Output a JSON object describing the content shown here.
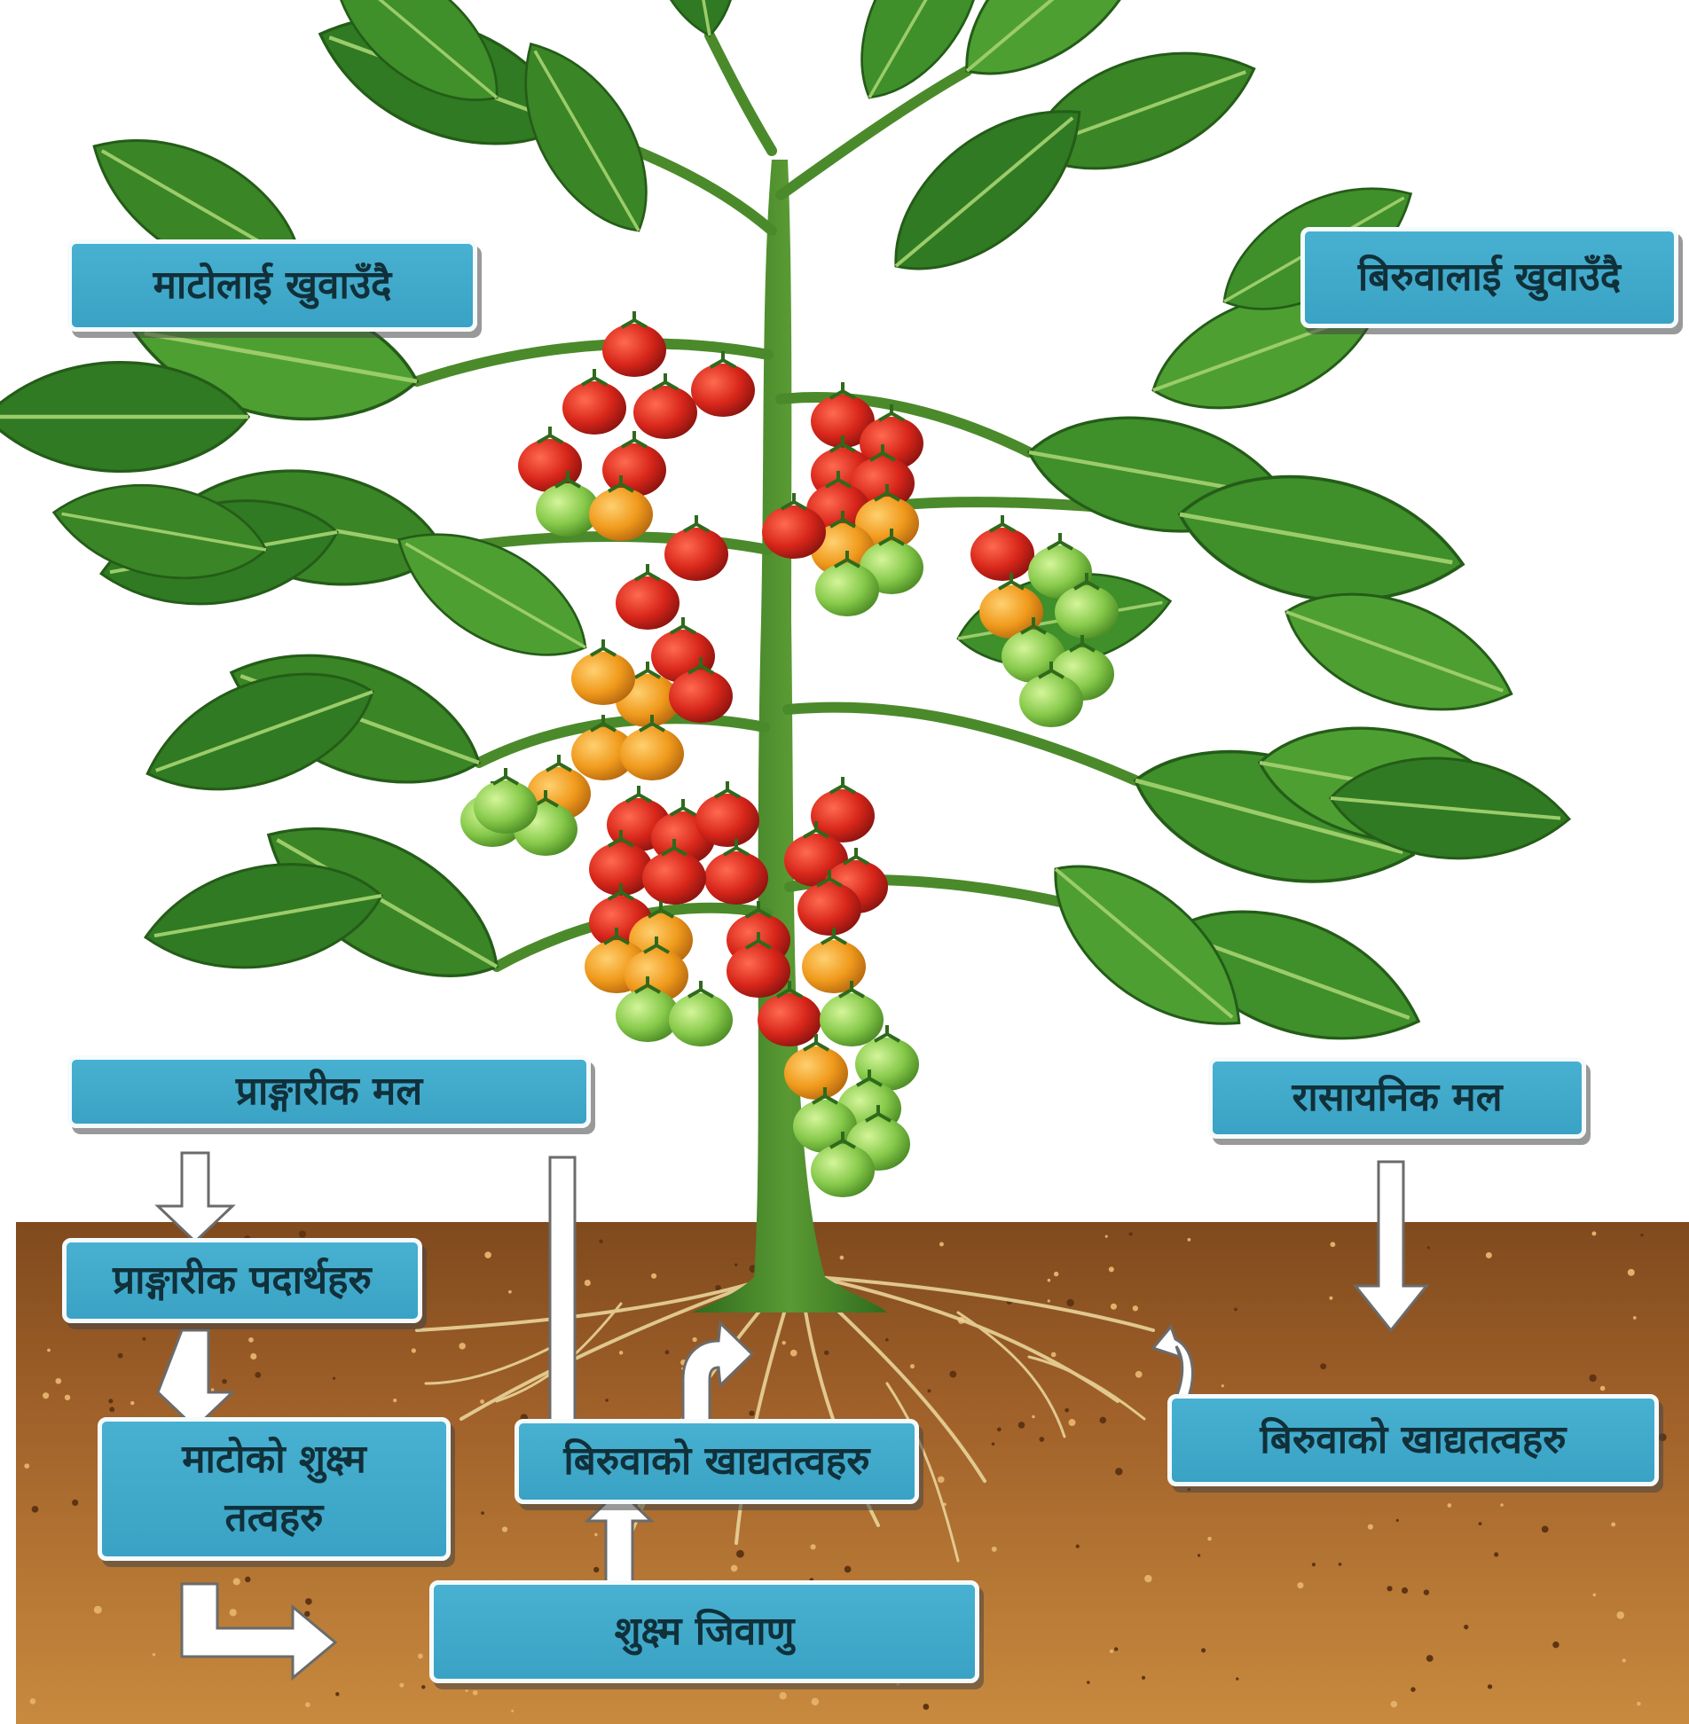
{
  "labels": {
    "feeding_soil": "माटोलाई खुवाउँदै",
    "feeding_plant": "बिरुवालाई खुवाउँदै",
    "organic_manure": "प्राङ्गारीक मल",
    "chemical_fertilizer": "रासायनिक मल",
    "organic_matter": "प्राङ्गारीक पदार्थहरु",
    "soil_micronutrients": "माटोको शुक्ष्म तत्वहरु",
    "plant_nutrients_center": "बिरुवाको खाद्यतत्वहरु",
    "plant_nutrients_right": "बिरुवाको खाद्यतत्वहरु",
    "microorganisms": "शुक्ष्म जिवाणु"
  },
  "colors": {
    "box_fill": "#3fa9c9",
    "box_border": "#f5fbfd",
    "soil": "#a8662c",
    "leaf": "#3f8f2a",
    "stem": "#4a8a2a",
    "tomato_ripe": "#d82a1e",
    "tomato_orange": "#f0a020",
    "tomato_green": "#8ccf4a",
    "arrow": "#ffffff"
  }
}
